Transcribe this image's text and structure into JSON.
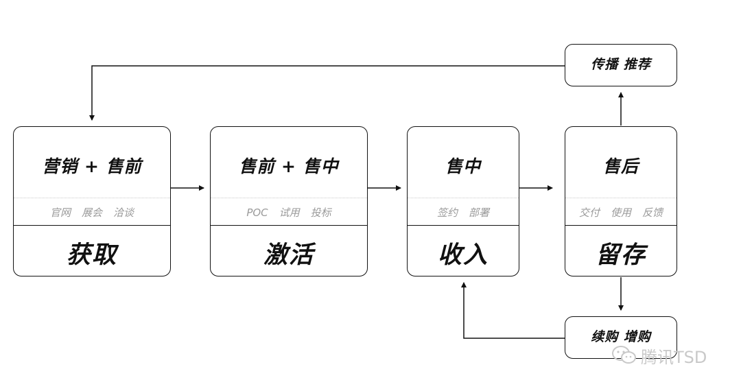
{
  "stages": [
    {
      "header": "营销 + 售前",
      "subs": [
        "官网",
        "展会",
        "洽谈"
      ],
      "name": "获取"
    },
    {
      "header": "售前 + 售中",
      "subs": [
        "POC",
        "试用",
        "投标"
      ],
      "name": "激活"
    },
    {
      "header": "售中",
      "subs": [
        "签约",
        "部署"
      ],
      "name": "收入"
    },
    {
      "header": "售后",
      "subs": [
        "交付",
        "使用",
        "反馈"
      ],
      "name": "留存"
    }
  ],
  "pills": {
    "spread": "传播 推荐",
    "repurchase": "续购 增购"
  },
  "watermark": {
    "text": "腾讯TSD",
    "icon": "wechat-icon"
  },
  "colors": {
    "line": "#111111",
    "sub_text": "#9a9a9a",
    "watermark": "#c9c9c9",
    "dotted": "#c9c9c9"
  }
}
